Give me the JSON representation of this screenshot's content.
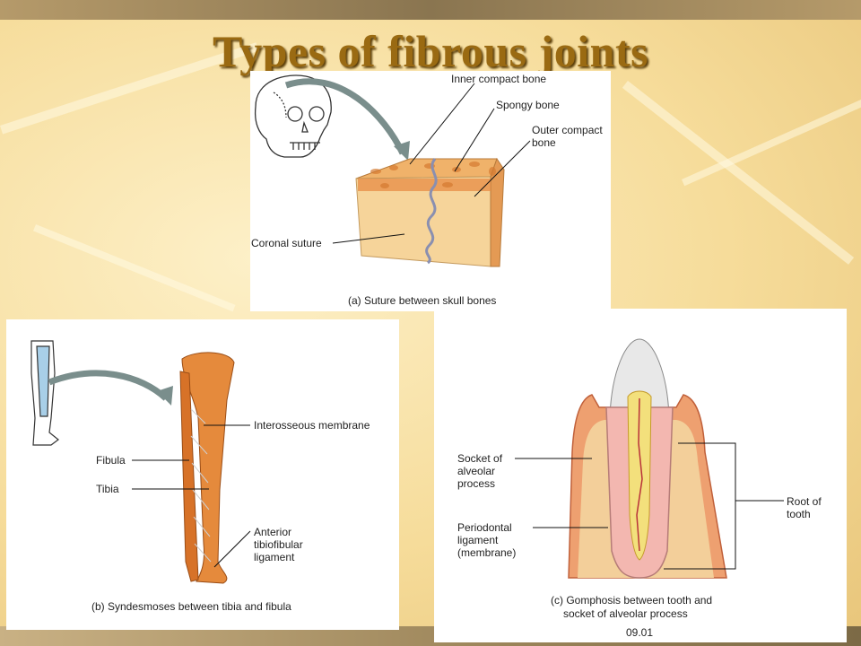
{
  "title": "Types of fibrous joints",
  "panel_a": {
    "labels": {
      "inner_compact": "Inner compact bone",
      "spongy": "Spongy bone",
      "outer_compact": [
        "Outer compact",
        "bone"
      ],
      "coronal": "Coronal suture"
    },
    "caption": "(a) Suture between skull bones"
  },
  "panel_b": {
    "labels": {
      "interosseous": "Interosseous membrane",
      "fibula": "Fibula",
      "tibia": "Tibia",
      "anterior": [
        "Anterior",
        "tibiofibular",
        "ligament"
      ]
    },
    "caption": "(b) Syndesmoses between tibia and fibula"
  },
  "panel_c": {
    "labels": {
      "socket": [
        "Socket of",
        "alveolar",
        "process"
      ],
      "periodontal": [
        "Periodontal",
        "ligament",
        "(membrane)"
      ],
      "root": [
        "Root of",
        "tooth"
      ]
    },
    "caption": [
      "(c) Gomphosis between tooth and",
      "socket of alveolar process"
    ],
    "figure_number": "09.01"
  }
}
